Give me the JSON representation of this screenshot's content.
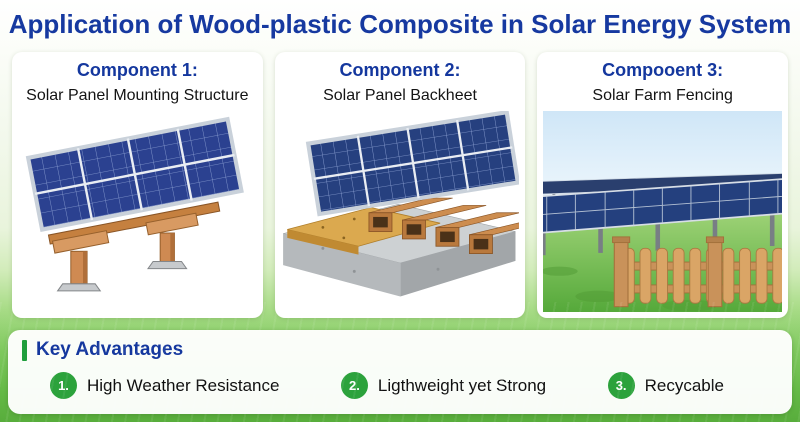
{
  "title": "Application of Wood-plastic Composite in Solar Energy System",
  "components": [
    {
      "heading": "Component 1:",
      "name": "Solar Panel Mounting Structure"
    },
    {
      "heading": "Component 2:",
      "name": "Solar Panel Backheet"
    },
    {
      "heading": "Compooent 3:",
      "name": "Solar Farm Fencing"
    }
  ],
  "advantages": {
    "heading": "Key Advantages",
    "items": [
      {
        "number": "1.",
        "label": "High Weather Resistance"
      },
      {
        "number": "2.",
        "label": "Ligthweight yet Strong"
      },
      {
        "number": "3.",
        "label": "Recycable"
      }
    ]
  },
  "colors": {
    "title_blue": "#1639a0",
    "heading_blue": "#14379e",
    "advantage_green": "#2ca23c",
    "accent_bar_green": "#1f9e3c",
    "grass_green": "#63b845",
    "solar_panel_blue": "#2b4190",
    "wood_tan": "#cf8a52"
  }
}
